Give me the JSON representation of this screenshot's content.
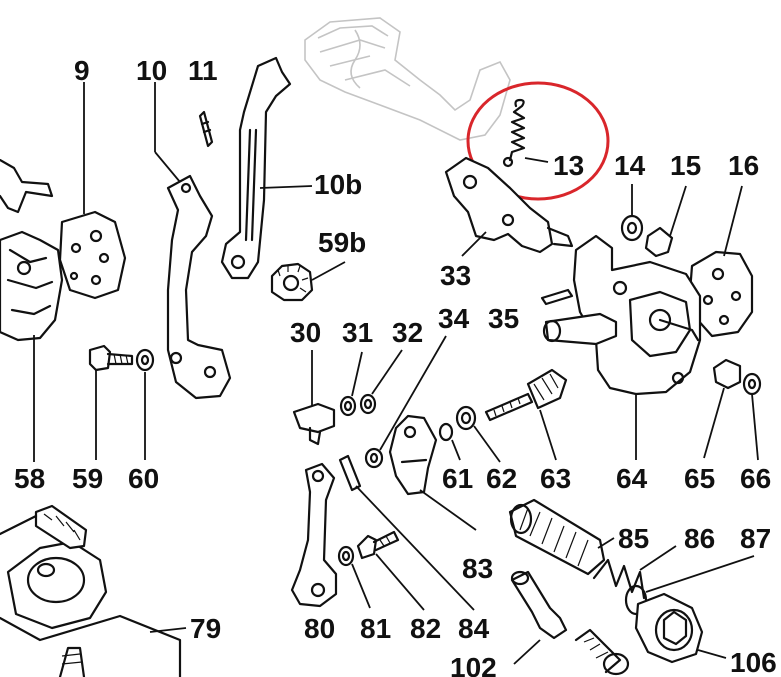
{
  "diagram": {
    "highlight_color": "#d9262b",
    "highlighted_part": "13",
    "labels": {
      "p9": "9",
      "p10": "10",
      "p11": "11",
      "p10b": "10b",
      "p59b": "59b",
      "p13": "13",
      "p14": "14",
      "p15": "15",
      "p16": "16",
      "p33": "33",
      "p34": "34",
      "p35": "35",
      "p30": "30",
      "p31": "31",
      "p32": "32",
      "p58": "58",
      "p59": "59",
      "p60": "60",
      "p61": "61",
      "p62": "62",
      "p63": "63",
      "p64": "64",
      "p65": "65",
      "p66": "66",
      "p83": "83",
      "p85": "85",
      "p86": "86",
      "p87": "87",
      "p79": "79",
      "p80": "80",
      "p81": "81",
      "p82": "82",
      "p84": "84",
      "p102": "102",
      "p106": "106"
    }
  }
}
